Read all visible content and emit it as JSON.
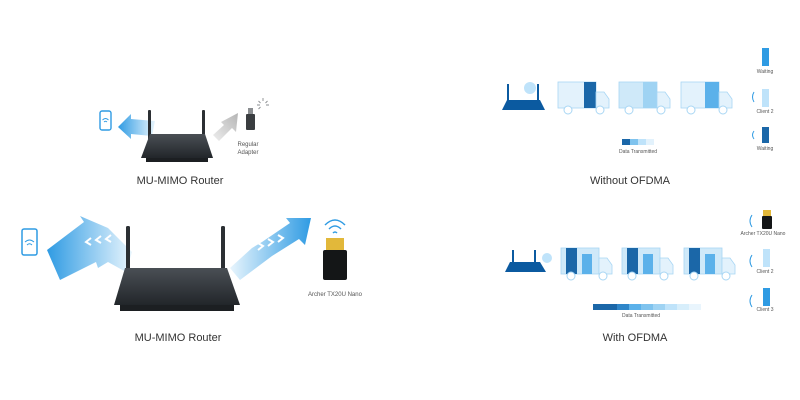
{
  "top_left": {
    "caption": "MU-MIMO Router",
    "adapter_label_line1": "Regular",
    "adapter_label_line2": "Adapter"
  },
  "bottom_left": {
    "caption": "MU-MIMO Router",
    "adapter_label": "Archer TX20U Nano"
  },
  "top_right": {
    "caption": "Without OFDMA",
    "data_label": "Data Transmitted",
    "clients": [
      "Waiting",
      "Client 2",
      "Waiting"
    ]
  },
  "bottom_right": {
    "caption": "With OFDMA",
    "data_label": "Data Transmitted",
    "clients": [
      "Archer TX20U Nano",
      "Client 2",
      "Client 3"
    ]
  },
  "colors": {
    "router": "#2f3337",
    "arrow_blue": "#3aa6e6",
    "arrow_grey": "#c8c8c8",
    "truck_light": "#cfe9f9",
    "truck_mid": "#7fc3ee",
    "truck_dark": "#1b67a8",
    "router_blue": "#0b5aa0"
  }
}
